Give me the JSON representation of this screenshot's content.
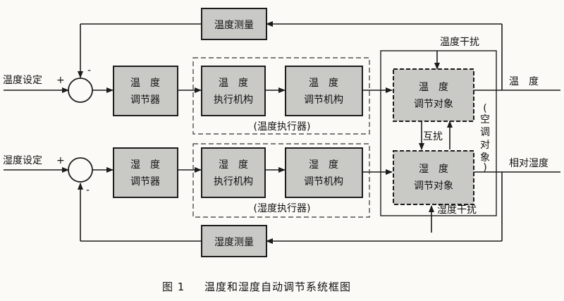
{
  "blocks": {
    "temp_measure": "温度测量",
    "humid_measure": "湿度测量",
    "temp_controller": [
      "温　度",
      "调节器"
    ],
    "humid_controller": [
      "湿　度",
      "调节器"
    ],
    "temp_actuator": [
      "温　度",
      "执行机构"
    ],
    "temp_regulator": [
      "温　度",
      "调节机构"
    ],
    "humid_actuator": [
      "湿　度",
      "执行机构"
    ],
    "humid_regulator": [
      "湿　度",
      "调节机构"
    ],
    "temp_object": [
      "温　度",
      "调节对象"
    ],
    "humid_object": [
      "湿　度",
      "调节对象"
    ]
  },
  "groups": {
    "temp_executor": "(温度执行器)",
    "humid_executor": "(湿度执行器)",
    "aircon_object": [
      "(",
      "空",
      "调",
      "对",
      "象",
      ")"
    ]
  },
  "signals": {
    "temp_setpoint": "温度设定",
    "humid_setpoint": "湿度设定",
    "plus": "+",
    "minus": "-",
    "temp_disturbance": "温度干扰",
    "humid_disturbance": "湿度干扰",
    "interaction": "互扰",
    "temp_output": "温　度",
    "humid_output": "相对湿度"
  },
  "caption": {
    "number": "图 1",
    "title": "温度和湿度自动调节系统框图"
  },
  "colors": {
    "block_fill": "#c9c9c6",
    "line": "#1c1c1c"
  }
}
